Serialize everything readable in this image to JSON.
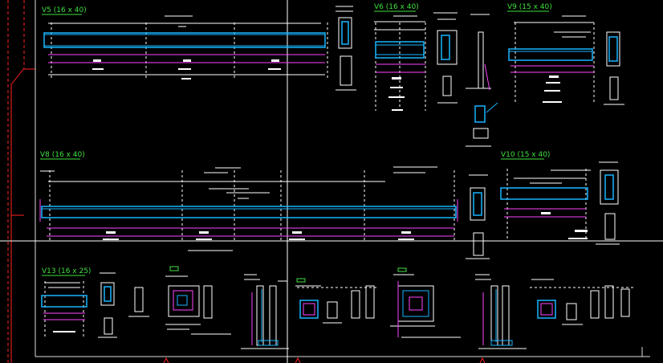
{
  "view": {
    "background": "#000000"
  },
  "colors": {
    "beam": "#19b6ff",
    "rebar": "#ff44ff",
    "dim": "#ffffff",
    "label": "#3fe03f",
    "border": "#ff2222",
    "crosshair": "#ffffff"
  },
  "beam_labels": {
    "v5": "V5 (16 x 40)",
    "v6": "V6 (16 x 40)",
    "v9": "V9 (15 x 40)",
    "v8": "V8 (16 x 40)",
    "v10": "V10 (15 x 40)",
    "v13": "V13 (16 x 25)"
  }
}
